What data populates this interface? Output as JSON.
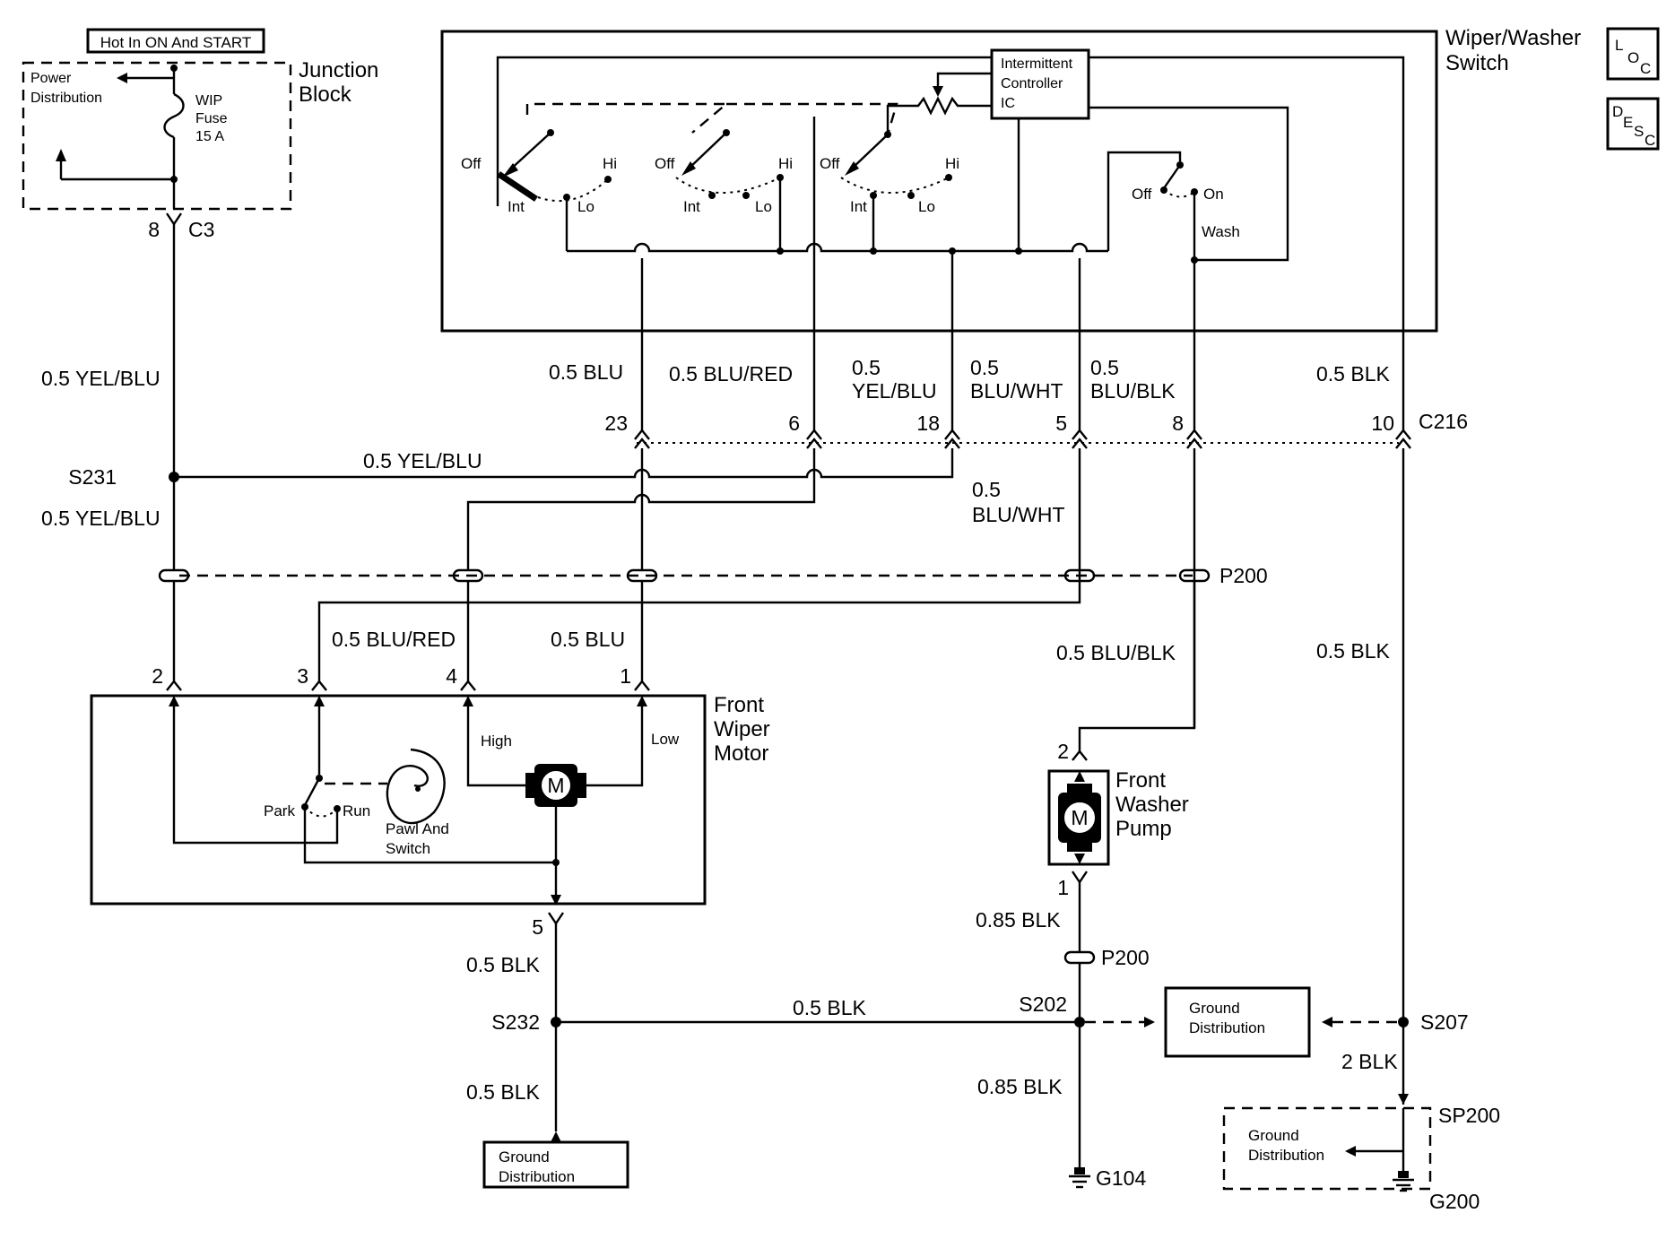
{
  "switch": {
    "title_line1": "Wiper/Washer",
    "title_line2": "Switch",
    "ic_line1": "Intermittent",
    "ic_line2": "Controller",
    "ic_line3": "IC",
    "sw_off": "Off",
    "sw_hi": "Hi",
    "sw_int": "Int",
    "sw_lo": "Lo",
    "wash_off": "Off",
    "wash_on": "On",
    "wash": "Wash"
  },
  "icons": {
    "loc_l": "L",
    "loc_o": "O",
    "loc_c": "C",
    "desc_d": "D",
    "desc_e": "E",
    "desc_s": "S",
    "desc_c": "C"
  },
  "junction": {
    "hot_label": "Hot In ON And START",
    "power_line1": "Power",
    "power_line2": "Distribution",
    "fuse_line1": "WIP",
    "fuse_line2": "Fuse",
    "fuse_line3": "15 A",
    "title_line1": "Junction",
    "title_line2": "Block",
    "pin": "8",
    "connector": "C3"
  },
  "wires": {
    "yel_blu_top": "0.5 YEL/BLU",
    "yel_blu_mid": "0.5 YEL/BLU",
    "yel_blu_left": "0.5 YEL/BLU",
    "blu_top": "0.5 BLU",
    "blu_red_top": "0.5 BLU/RED",
    "yel_blu_18a": "0.5",
    "yel_blu_18b": "YEL/BLU",
    "blu_wht_5a": "0.5",
    "blu_wht_5b": "BLU/WHT",
    "blu_blk_8a": "0.5",
    "blu_blk_8b": "BLU/BLK",
    "blk_10": "0.5 BLK",
    "blu_wht_mid_a": "0.5",
    "blu_wht_mid_b": "BLU/WHT",
    "blu_red_bot": "0.5 BLU/RED",
    "blu_bot": "0.5 BLU",
    "blu_blk_bot": "0.5 BLU/BLK",
    "blk_right": "0.5 BLK",
    "blk_motor": "0.5 BLK",
    "blk_ground_horiz": "0.5 BLK",
    "blk_motor_low": "0.5 BLK",
    "blk_pump_085": "0.85 BLK",
    "blk_pump_085b": "0.85 BLK",
    "blk_2": "2 BLK"
  },
  "c216": {
    "connector": "C216",
    "pins": [
      "23",
      "6",
      "18",
      "5",
      "8",
      "10"
    ]
  },
  "splices": {
    "s231": "S231",
    "s232": "S232",
    "s202": "S202",
    "s207": "S207",
    "sp200": "SP200",
    "p200a": "P200",
    "p200b": "P200"
  },
  "motor": {
    "title_line1": "Front",
    "title_line2": "Wiper",
    "title_line3": "Motor",
    "pins": [
      "2",
      "3",
      "4",
      "1"
    ],
    "pin5": "5",
    "high": "High",
    "low": "Low",
    "park": "Park",
    "run": "Run",
    "pawl_line1": "Pawl And",
    "pawl_line2": "Switch",
    "m": "M"
  },
  "pump": {
    "title_line1": "Front",
    "title_line2": "Washer",
    "title_line3": "Pump",
    "pin_top": "2",
    "pin_bot": "1",
    "m": "M"
  },
  "grounds": {
    "gd_left_line1": "Ground",
    "gd_left_line2": "Distribution",
    "gd_mid_line1": "Ground",
    "gd_mid_line2": "Distribution",
    "gd_right_line1": "Ground",
    "gd_right_line2": "Distribution",
    "g104": "G104",
    "g200": "G200"
  }
}
